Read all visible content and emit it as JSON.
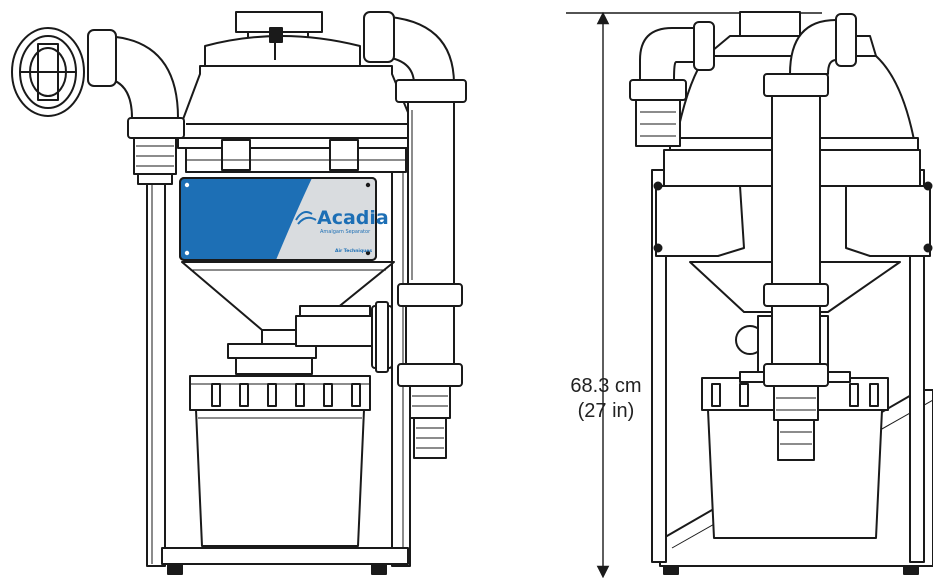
{
  "colors": {
    "line": "#1a1a1a",
    "panel_blue": "#1d6fb5",
    "panel_grey": "#d9dcdf",
    "fill": "#ffffff"
  },
  "front_view": {
    "panel": {
      "brand_icon": "swirl-logo-icon",
      "brand_name": "Acadia",
      "brand_sub": "Amalgam Separator",
      "maker_mark": "Air Techniques"
    }
  },
  "dimension": {
    "metric": "68.3 cm",
    "imperial": "(27 in)"
  }
}
